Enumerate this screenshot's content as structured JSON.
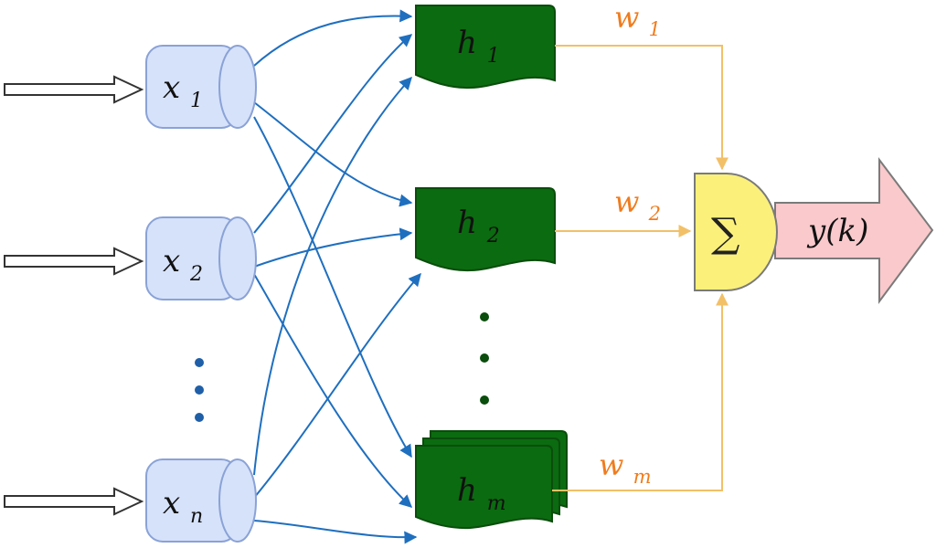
{
  "inputs": [
    {
      "base": "x",
      "sub": "1"
    },
    {
      "base": "x",
      "sub": "2"
    },
    {
      "base": "x",
      "sub": "n"
    }
  ],
  "hidden": [
    {
      "base": "h",
      "sub": "1"
    },
    {
      "base": "h",
      "sub": "2"
    },
    {
      "base": "h",
      "sub": "m"
    }
  ],
  "weights": [
    {
      "base": "w",
      "sub": "1"
    },
    {
      "base": "w",
      "sub": "2"
    },
    {
      "base": "w",
      "sub": "m"
    }
  ],
  "sum_symbol": "∑",
  "output_label": "y(k)",
  "colors": {
    "input_fill": "#d6e2fa",
    "input_stroke": "#8aa2d6",
    "hidden_fill": "#0b6b10",
    "hidden_stroke": "#0a4d0c",
    "connection": "#1f6fbf",
    "weight_line": "#f2c067",
    "weight_text": "#f07c1e",
    "sum_fill": "#fbf07a",
    "sum_stroke": "#7a7a7a",
    "output_fill": "#f9c9cc",
    "output_stroke": "#7a7a7a",
    "dots_input": "#1f5fa8",
    "dots_hidden": "#0a4d0c"
  }
}
